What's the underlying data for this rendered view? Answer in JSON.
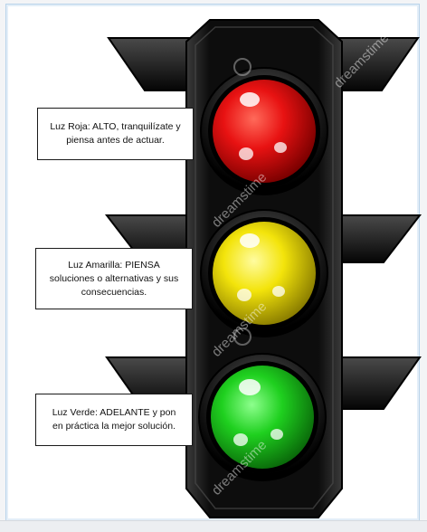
{
  "watermark": "dreamstime",
  "labels": {
    "red": {
      "line1": "Luz Roja: ALTO, tranquilízate y",
      "line2": "piensa antes de actuar."
    },
    "yellow": {
      "line1": "Luz Amarilla: PIENSA",
      "line2": "soluciones o alternativas y sus",
      "line3": "consecuencias."
    },
    "green": {
      "line1": "Luz Verde: ADELANTE y pon",
      "line2": "en práctica la mejor solución."
    }
  },
  "colors": {
    "red_light": "#e01010",
    "yellow_light": "#f2e40a",
    "green_light": "#1fcf1f",
    "housing": "#111111",
    "frame_border": "#b9d3ea"
  }
}
